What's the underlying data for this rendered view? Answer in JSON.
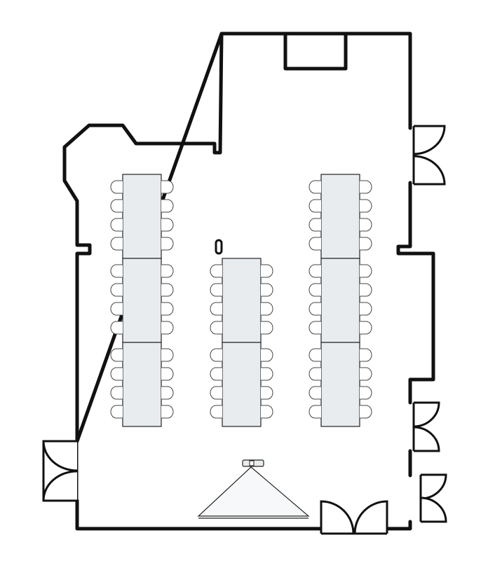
{
  "diagram": {
    "type": "floor-plan",
    "layout": "classroom",
    "colors": {
      "table_fill": "#e9ecef",
      "wall": "#111111",
      "background": "#ffffff"
    },
    "table_columns": [
      {
        "id": "left",
        "tables": 3,
        "chairs_per_side_per_table": 4
      },
      {
        "id": "center",
        "tables": 2,
        "chairs_per_side_per_table": 4
      },
      {
        "id": "right",
        "tables": 3,
        "chairs_per_side_per_table": 4
      }
    ],
    "doors": [
      "door-left-double",
      "door-top-right",
      "door-bottom-right",
      "door-right-lower-double",
      "door-bottom-double"
    ],
    "features": [
      "projector-icon",
      "projection-screen",
      "alcove-top",
      "pillar"
    ]
  }
}
